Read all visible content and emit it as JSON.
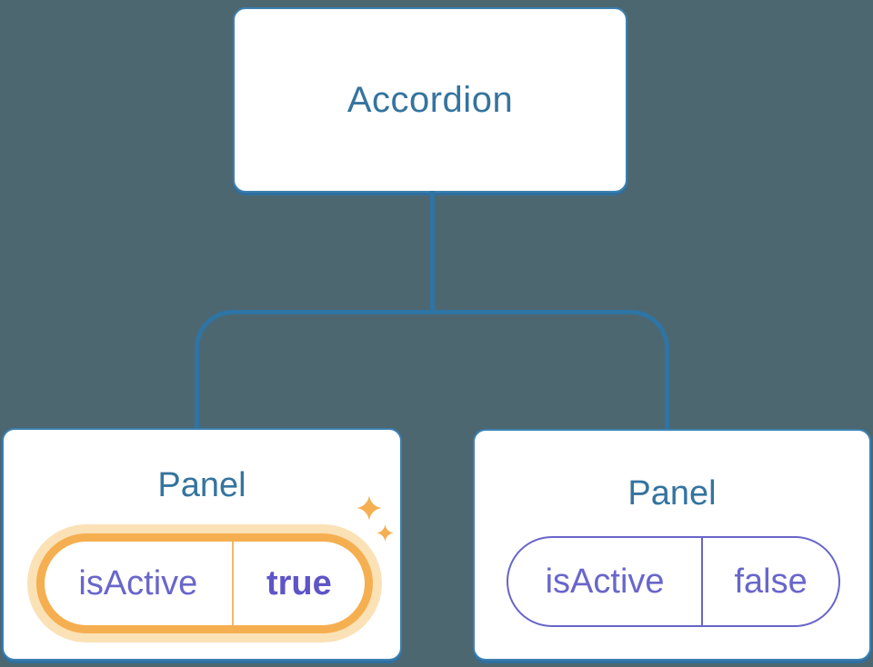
{
  "diagram": {
    "root": {
      "label": "Accordion"
    },
    "children": [
      {
        "label": "Panel",
        "state": {
          "key": "isActive",
          "value": "true"
        },
        "highlighted": true
      },
      {
        "label": "Panel",
        "state": {
          "key": "isActive",
          "value": "false"
        },
        "highlighted": false
      }
    ]
  },
  "icons": {
    "sparkle_big": "sparkle-icon",
    "sparkle_small": "sparkle-icon"
  },
  "colors": {
    "background": "#4D6771",
    "node_border": "#3C80B1",
    "node_shadow": "#2E6F9F",
    "node_label": "#35749E",
    "connector": "#2E74A4",
    "state_text": "#6966CB",
    "active_value_text": "#5E55C8",
    "active_pill_border": "#F5AF51",
    "active_pill_glow": "#FBE1B6",
    "inactive_pill_border": "#6865C9",
    "sparkle": "#F5AF51"
  }
}
